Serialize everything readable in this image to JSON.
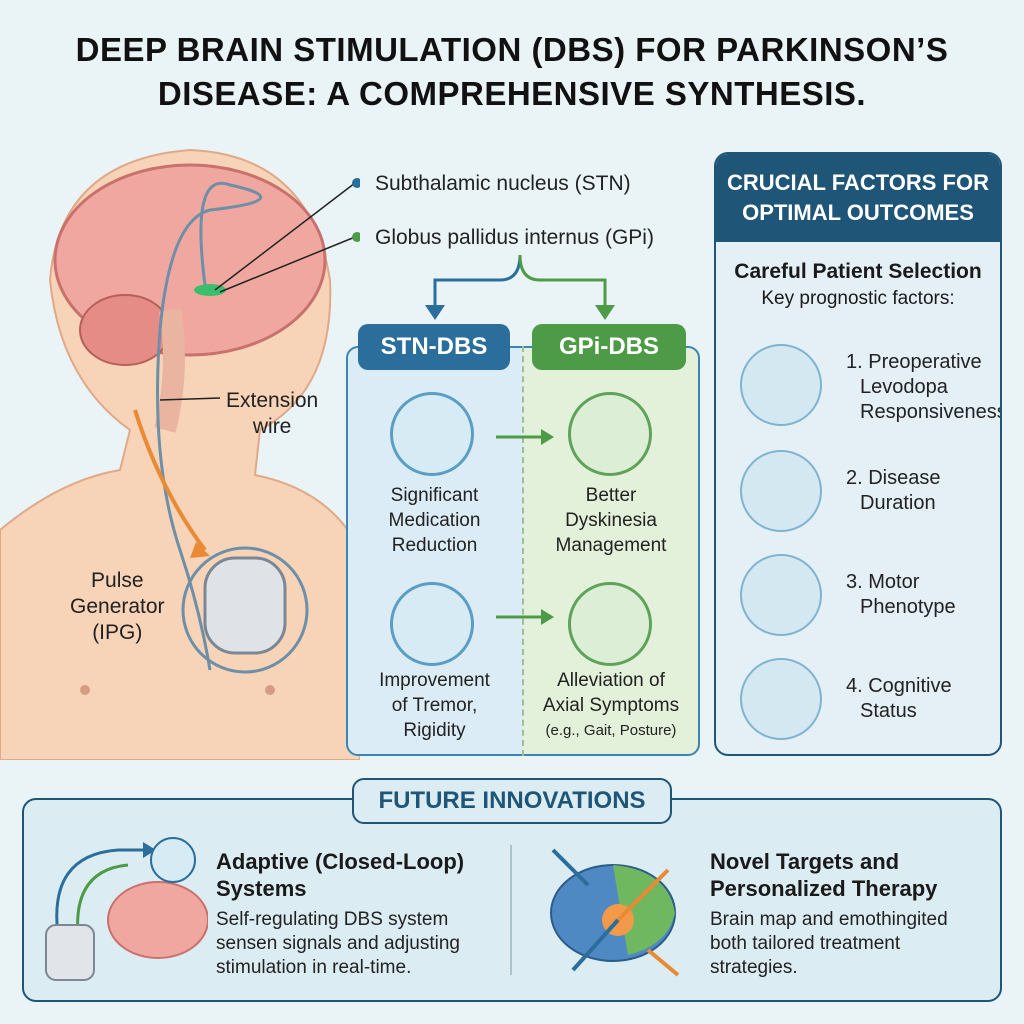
{
  "title_line1": "DEEP BRAIN STIMULATION (DBS) FOR PARKINSON’S",
  "title_line2": "DISEASE: A COMPREHENSIVE SYNTHESIS.",
  "anatomy": {
    "stn": "Subthalamic nucleus (STN)",
    "gpi": "Globus pallidus internus (GPi)",
    "ext1": "Extension",
    "ext2": "wire",
    "ipg1": "Pulse",
    "ipg2": "Generator",
    "ipg3": "(IPG)"
  },
  "comparison": {
    "stn_tab": "STN-DBS",
    "gpi_tab": "GPi-DBS",
    "stn_items": [
      [
        "Significant",
        "Medication",
        "Reduction"
      ],
      [
        "Improvement",
        "of Tremor,",
        "Rigidity"
      ]
    ],
    "gpi_items": [
      [
        "Better",
        "Dyskinesia",
        "Management"
      ],
      [
        "Alleviation of",
        "Axial Symptoms",
        "(e.g., Gait, Posture)"
      ]
    ]
  },
  "factors": {
    "header1": "CRUCIAL FACTORS FOR",
    "header2": "OPTIMAL OUTCOMES",
    "sub_title": "Careful Patient Selection",
    "sub_text": "Key prognostic factors:",
    "items": [
      [
        "1. Preoperative",
        "Levodopa",
        "Responsiveness"
      ],
      [
        "2. Disease",
        "Duration"
      ],
      [
        "3. Motor",
        "Phenotype"
      ],
      [
        "4. Cognitive",
        "Status"
      ]
    ]
  },
  "future": {
    "tab": "FUTURE INNOVATIONS",
    "left_title1": "Adaptive (Closed-Loop)",
    "left_title2": "Systems",
    "left_text": [
      "Self-regulating DBS system",
      "sensen signals and adjusting",
      "stimulation in real-time."
    ],
    "right_title1": "Novel Targets and",
    "right_title2": "Personalized Therapy",
    "right_text": [
      "Brain map and emothingited",
      "both tailored treatment",
      "strategies."
    ]
  },
  "colors": {
    "stn": "#2b6e9b",
    "gpi": "#4e9b47",
    "navy": "#1f5577",
    "arrow": "#e98a35"
  }
}
